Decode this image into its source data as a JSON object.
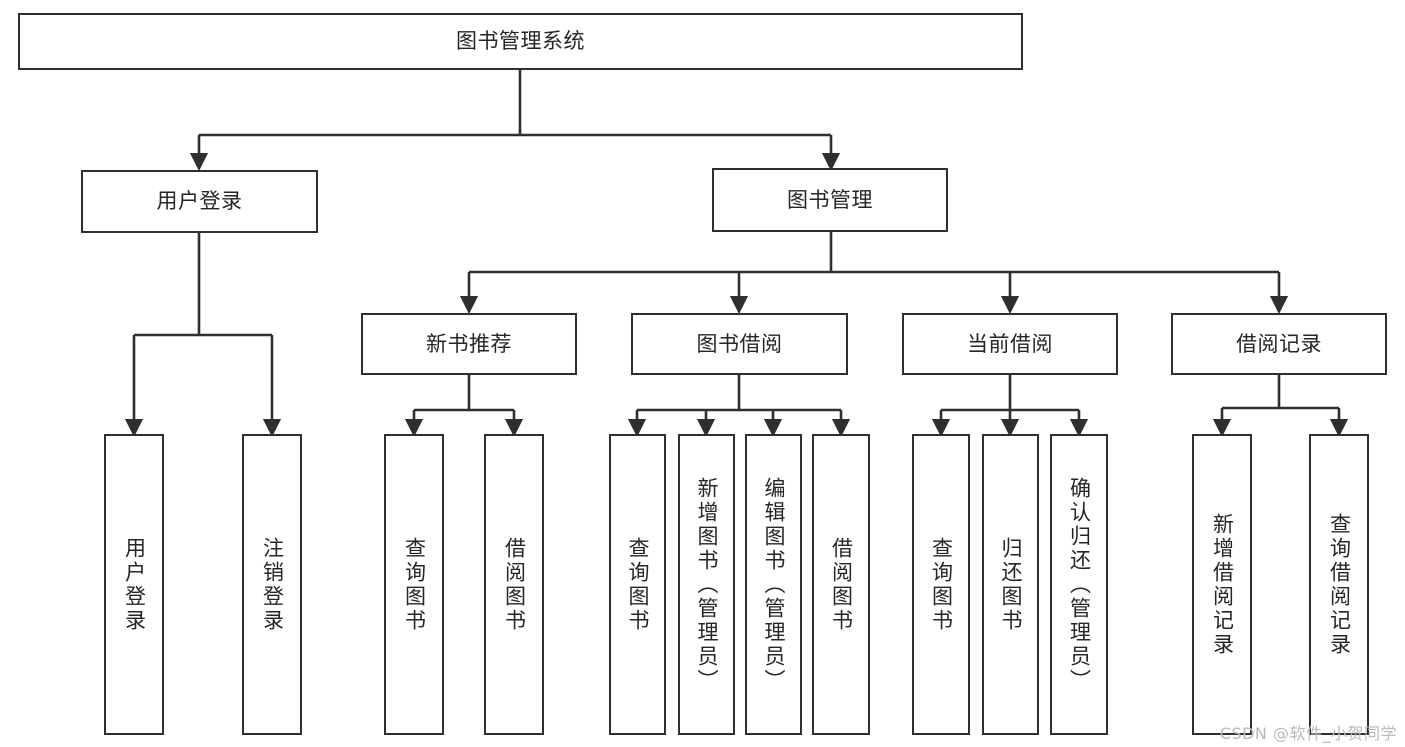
{
  "diagram": {
    "type": "tree",
    "title": "图书管理系统",
    "style": {
      "stroke": "#2f2f2f",
      "fill": "#ffffff",
      "text": "#262626",
      "watermark_color": "#b9b9b9"
    },
    "root": {
      "label": "图书管理系统"
    },
    "level1": [
      {
        "label": "用户登录"
      },
      {
        "label": "图书管理"
      }
    ],
    "level2": [
      {
        "label": "新书推荐"
      },
      {
        "label": "图书借阅"
      },
      {
        "label": "当前借阅"
      },
      {
        "label": "借阅记录"
      }
    ],
    "leaves": {
      "user_login": [
        {
          "label": "用户登录"
        },
        {
          "label": "注销登录"
        }
      ],
      "new_book": [
        {
          "label": "查询图书"
        },
        {
          "label": "借阅图书"
        }
      ],
      "book_borrow": [
        {
          "label": "查询图书"
        },
        {
          "label": "新增图书（管理员）"
        },
        {
          "label": "编辑图书（管理员）"
        },
        {
          "label": "借阅图书"
        }
      ],
      "current_borrow": [
        {
          "label": "查询图书"
        },
        {
          "label": "归还图书"
        },
        {
          "label": "确认归还（管理员）"
        }
      ],
      "borrow_record": [
        {
          "label": "新增借阅记录"
        },
        {
          "label": "查询借阅记录"
        }
      ]
    }
  },
  "watermark": {
    "text": "CSDN @软件_小贺同学"
  }
}
